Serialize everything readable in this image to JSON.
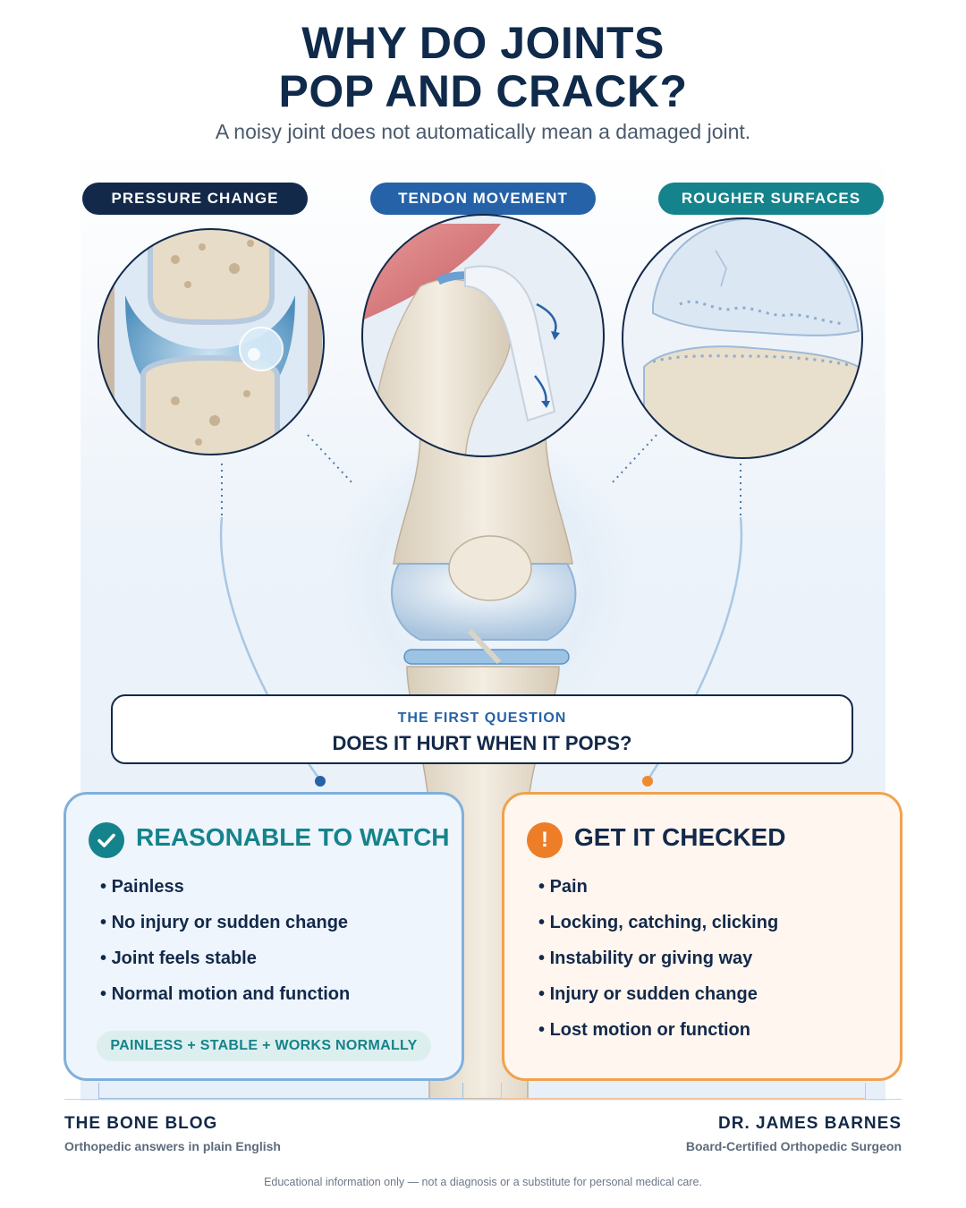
{
  "header": {
    "title_line1": "WHY DO JOINTS",
    "title_line2": "POP AND CRACK?",
    "subtitle": "A noisy joint does not automatically mean a damaged joint."
  },
  "causes": [
    {
      "label": "PRESSURE CHANGE",
      "color": "#13294a"
    },
    {
      "label": "TENDON MOVEMENT",
      "color": "#2562a8"
    },
    {
      "label": "ROUGHER SURFACES",
      "color": "#15838b"
    }
  ],
  "question": {
    "label": "THE FIRST QUESTION",
    "text": "DOES IT HURT WHEN IT POPS?"
  },
  "watch": {
    "title": "REASONABLE TO WATCH",
    "items": [
      "Painless",
      "No injury or sudden change",
      "Joint feels stable",
      "Normal motion and function"
    ],
    "formula": "PAINLESS + STABLE + WORKS NORMALLY",
    "color": "#15838b"
  },
  "check": {
    "title": "GET IT CHECKED",
    "icon_glyph": "!",
    "items": [
      "Pain",
      "Locking, catching, clicking",
      "Instability or giving way",
      "Injury or sudden change",
      "Lost motion or function"
    ],
    "color": "#ee7d28"
  },
  "footer": {
    "brand": "THE BONE BLOG",
    "brand_tagline": "Orthopedic answers in plain English",
    "author": "DR. JAMES BARNES",
    "author_title": "Board-Certified Orthopedic Surgeon",
    "disclaimer": "Educational information only — not a diagnosis or a substitute for personal medical care."
  }
}
